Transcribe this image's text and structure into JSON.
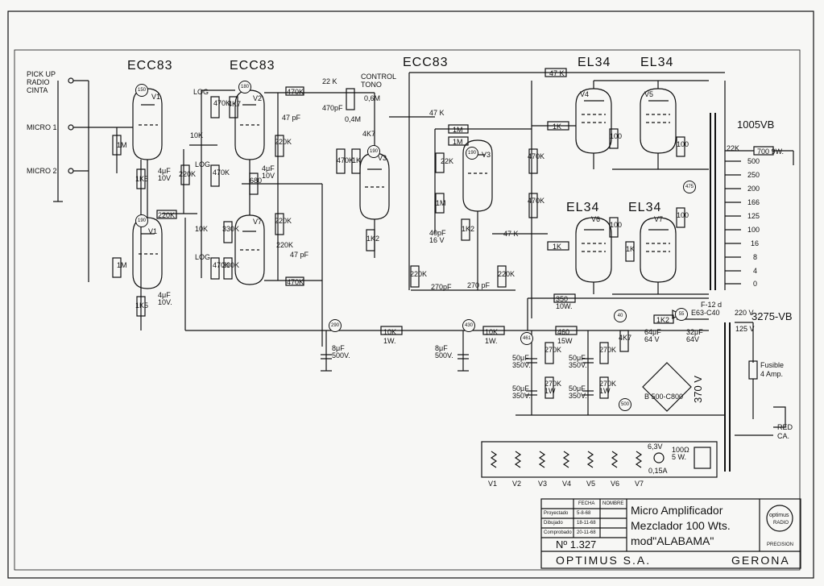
{
  "inputs": {
    "pickup": "PICK UP",
    "radio": "RADIO",
    "cinta": "CINTA",
    "micro1": "MICRO 1",
    "micro2": "MICRO 2"
  },
  "tubes": {
    "ecc83_a": "ECC83",
    "ecc83_b": "ECC83",
    "ecc83_c": "ECC83",
    "el34_a": "EL34",
    "el34_b": "EL34",
    "el34_c": "EL34",
    "el34_d": "EL34"
  },
  "tube_ids": {
    "v1": "V1",
    "v1b": "V1",
    "v2": "V2",
    "v7": "V7",
    "v3": "V3",
    "v3b": "V3",
    "v4": "V4",
    "v5": "V5",
    "v6": "V6",
    "v7b": "V7"
  },
  "control_tono": "CONTROL TONO",
  "transformer_out": "1005VB",
  "transformer_power": "3275-VB",
  "taps": [
    "500",
    "250",
    "200",
    "166",
    "125",
    "100",
    "16",
    "8",
    "4",
    "0"
  ],
  "components": {
    "r1m_a": "1M",
    "r1k5_a": "1K5",
    "c4uf_a": "4μF 10V",
    "r220k_a": "220K",
    "c10k": "10K",
    "r1m_b": "1M",
    "r1k5_b": "1K5",
    "c4uf_b": "4μF 10V.",
    "r220k_b": "220K",
    "log1": "LOG",
    "r470k_a": "470K",
    "log2": "LOG",
    "r470k_b": "470K",
    "r10k_b": "10K",
    "log3": "LOG",
    "r470k_c": "470K",
    "r4k7_a": "4K7",
    "r680": "680",
    "c4uf_c": "4μF 10V",
    "r220k_c": "220K",
    "r330k": "330K",
    "r330k_b": "330K",
    "r470k_d": "470K",
    "c47pf_a": "47 pF",
    "r220k_d": "220K",
    "r220k_e": "220K",
    "c47pf_b": "47 pF",
    "r470k_e": "470K",
    "c22k": "22 K",
    "c470pf": "470pF",
    "r0_6m": "0,6M",
    "r0_4m": "0,4M",
    "r4k7_b": "4K7",
    "r470k_f": "470K",
    "r1k_a": "1K",
    "r1k2_a": "1K2",
    "c47k": "47 K",
    "r1m_c": "1M",
    "r1m_d": "1M",
    "r22k": "22K",
    "r1m_e": "1M",
    "c40pf": "40pF 16 V",
    "r1k2_b": "1K2",
    "r220k_f": "220K",
    "c270pf_a": "270pF",
    "c270pf_b": "270 pF",
    "r220k_g": "220K",
    "c47k_b": "47 K",
    "r47k": "47 K",
    "r1k_b": "1K",
    "r470k_g": "470K",
    "r470k_h": "470K",
    "r100_a": "100",
    "r100_b": "100",
    "r1k_c": "1K",
    "r100_c": "100",
    "r1k_d": "1K",
    "r100_d": "100",
    "r350": "350 10W.",
    "r10k_a": "10K 1W.",
    "r10k_c": "10K 1W.",
    "c8uf_a": "8μF 500V.",
    "c8uf_b": "8μF 500V.",
    "r460": "460 15W",
    "c50uf_a": "50μF 350V.",
    "c50uf_b": "50μF 350V.",
    "c50uf_c": "50μF 350V.",
    "c50uf_d": "50μF 350V.",
    "r270k_a": "270K",
    "r270k_b": "270K 1W",
    "r270k_c": "270K",
    "r270k_d": "270K 1W",
    "r4k7_c": "4K7",
    "c64uf": "64μF 64 V",
    "c32uf": "32μF 64V",
    "r1k2_c": "1K2",
    "rect": "E63-C40",
    "f12": "F-12 d",
    "v220": "220 V",
    "v125": "125 V",
    "fuse": "Fusible 4 Amp.",
    "red": "RED CA.",
    "bridge": "B 500-C800",
    "v370": "370 V",
    "r22k_b": "22K",
    "r700": "700 9W.",
    "h63": "6,3V",
    "h015": "0,15A",
    "h100": "100Ω 5 W."
  },
  "heaters": [
    "V1",
    "V2",
    "V3",
    "V4",
    "V5",
    "V6",
    "V7"
  ],
  "title_block": {
    "col_fecha": "FECHA",
    "col_nombre": "NOMBRE",
    "row_proyectado": "Proyectado",
    "row_dibujado": "Dibujado",
    "row_comprobado": "Comprobado",
    "fecha1": "5-8-68",
    "fecha2": "18-11-68",
    "fecha3": "20-11-68",
    "numero": "Nº 1.327",
    "line1": "Micro Amplificador",
    "line2": "Mezclador 100 Wts.",
    "line3": "mod\"ALABAMA\"",
    "company": "OPTIMUS S.A.",
    "city": "GERONA",
    "logo_text": "optimus",
    "logo_sub": "RADIO",
    "precision": "PRECISION"
  }
}
